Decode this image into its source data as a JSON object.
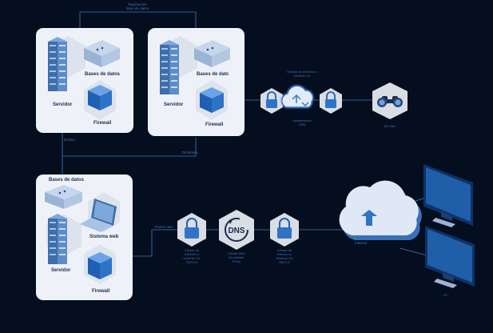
{
  "colors": {
    "background": "#050e1f",
    "line": "#2e5f95",
    "card": "#eef2f8",
    "server_dark": "#3f6ea8",
    "server_light": "#7ea8dc",
    "accent_cube": "#2f73c9",
    "hexagon": "#d9dde4",
    "label_dark": "#1c2d4f",
    "label_blue": "#3f74b3",
    "monitor": "#1f5ea8"
  },
  "cards": {
    "card1": {
      "server": "Servidor",
      "database": "Bases de datos",
      "firewall": "Firewall"
    },
    "card2": {
      "server": "Servidor",
      "database": "Bases de datc",
      "firewall": "Firewall"
    },
    "card3": {
      "database": "Bases de datos",
      "web": "Sistema web",
      "server": "Servidor",
      "firewall": "Firewall"
    }
  },
  "lines": {
    "replication": [
      "Replicación",
      "base de datos"
    ],
    "left_link": "Enlace",
    "bottom_link": "Dictadura",
    "web_link": "Puerto 443",
    "cloud_link": "Internet"
  },
  "nodes": {
    "top_cert_label": [
      "Cifrado de extremo a",
      "extremo CA"
    ],
    "top_cloud_label": [
      "Actualización",
      "CRN"
    ],
    "binoculars_label": "WS NAT",
    "lock1_label": [
      "Cifrado de",
      "extremo a",
      "extremo CA",
      "SN/TLS"
    ],
    "dns_icon": "DNS",
    "dns_label": [
      "Cliente DNS",
      "DoubleNet",
      "Proxy"
    ],
    "lock2_label": [
      "Cifrado de",
      "extremo a",
      "extremo CA",
      "SN/TLS"
    ],
    "pc1": "PC",
    "pc2": "PC"
  }
}
